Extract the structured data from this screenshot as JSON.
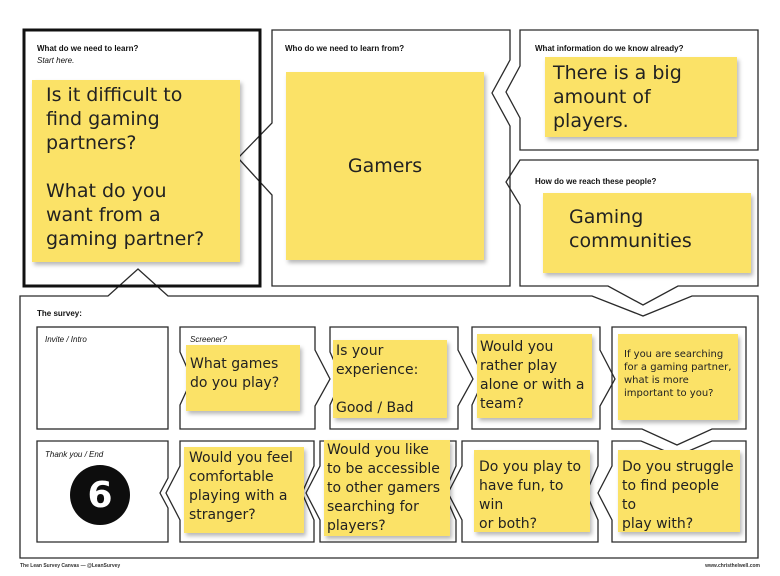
{
  "top": {
    "learn": {
      "header": "What do we need to learn?",
      "sub": "Start here.",
      "note": "Is it difficult to\nfind gaming\npartners?\n\nWhat do you\nwant from a\ngaming partner?"
    },
    "from": {
      "header": "Who do we need to learn from?",
      "note": "Gamers"
    },
    "know": {
      "header": "What information do we know already?",
      "note": "There is a big\namount of\nplayers."
    },
    "reach": {
      "header": "How do we reach these people?",
      "note": "Gaming\ncommunities"
    }
  },
  "survey": {
    "header": "The survey:",
    "invite": {
      "label": "Invite / Intro"
    },
    "screener": {
      "label": "Screener?",
      "note": "What games\ndo you play?"
    },
    "q1": {
      "note": "Is your\nexperience:\n\nGood / Bad"
    },
    "q2": {
      "note": "Would you\nrather play\nalone or with a\nteam?"
    },
    "q3": {
      "note": "If you are searching\nfor a gaming partner,\nwhat is more\nimportant to you?"
    },
    "q4": {
      "note": "Do you struggle\nto find people to\nplay with?"
    },
    "q5": {
      "note": "Do you play to\nhave fun, to win\nor both?"
    },
    "q6": {
      "note": "Would you like\nto be accessible\nto other gamers\nsearching for\nplayers?"
    },
    "q7": {
      "note": "Would you feel\ncomfortable\nplaying with a\nstranger?"
    },
    "thankyou": {
      "label": "Thank you / End",
      "badge": "6"
    }
  },
  "footer": {
    "left": "The Lean Survey Canvas — @LeanSurvey",
    "right": "www.christhelwell.com"
  },
  "colors": {
    "note": "#fbe267",
    "frame": "#2a2a2a",
    "badge": "#0d0d0d"
  }
}
